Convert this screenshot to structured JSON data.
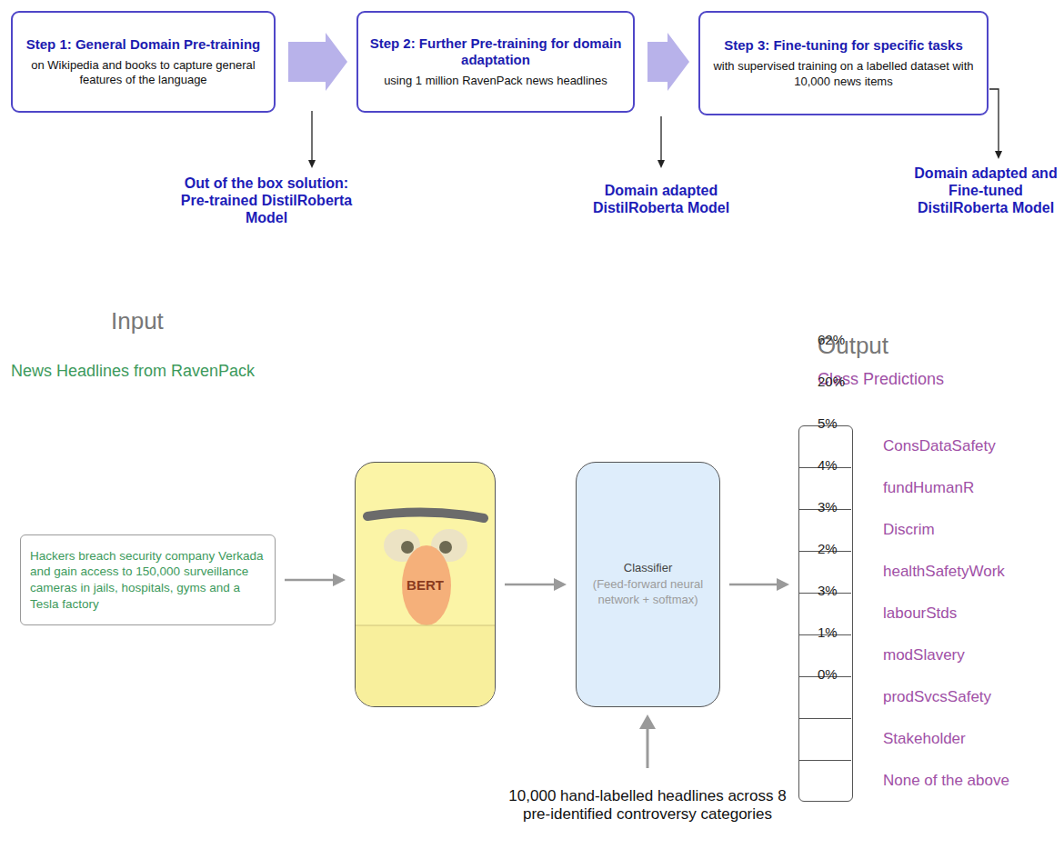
{
  "diagram": {
    "nodes": [
      {
        "text": [
          "Step 1: General Domain Pre-training",
          "on Wikipedia and books to capture general features of the language"
        ]
      },
      {
        "text": [
          "Step 2: Further Pre-training for domain adaptation",
          "using 1 million RavenPack news headlines"
        ]
      },
      {
        "text": [
          "Step 3: Fine-tuning for specific tasks",
          "with supervised training on a labelled dataset with 10,000 news items"
        ]
      },
      {
        "text": [
          "Hackers breach security company Verkada and gain access to 150,000 surveillance cameras in jails, hospitals, gyms and a Tesla factory"
        ]
      },
      {
        "text": [
          "BERT"
        ]
      },
      {
        "text": [
          "Classifier",
          "(Feed-forward neural network + softmax)"
        ]
      },
      {
        "text": [
          "Output",
          "Class Predictions"
        ]
      },
      {
        "text": [
          "62%",
          "ConsDataSafety"
        ],
        "in": 6
      },
      {
        "text": [
          "20%",
          "fundHumanR"
        ],
        "in": 6
      },
      {
        "text": [
          "5%",
          "Discrim"
        ],
        "in": 6
      },
      {
        "text": [
          "4%",
          "healthSafetyWork"
        ],
        "in": 6
      },
      {
        "text": [
          "3%",
          "labourStds"
        ],
        "in": 6
      },
      {
        "text": [
          "2%",
          "modSlavery"
        ],
        "in": 6
      },
      {
        "text": [
          "3%",
          "prodSvcsSafety"
        ],
        "in": 6
      },
      {
        "text": [
          "1%",
          "Stakeholder"
        ],
        "in": 6
      },
      {
        "text": [
          "0%",
          "None of the above"
        ],
        "in": 6
      }
    ],
    "edges": [
      {
        "from": 0,
        "to": 1,
        "arrow": "to"
      },
      {
        "from": 1,
        "to": 2,
        "arrow": "to"
      },
      {
        "from": 3,
        "to": 4,
        "arrow": "to"
      },
      {
        "from": 4,
        "to": 5,
        "arrow": "to"
      },
      {
        "from": 5,
        "to": 6,
        "arrow": "to"
      }
    ],
    "labels": [
      "Input",
      "News Headlines from RavenPack",
      "Out of the box solution: Pre-trained DistilRoberta Model",
      "Domain adapted DistilRoberta Model",
      "Domain adapted and Fine-tuned DistilRoberta Model",
      "10,000 hand-labelled headlines across 8 pre-identified controversy categories"
    ]
  }
}
